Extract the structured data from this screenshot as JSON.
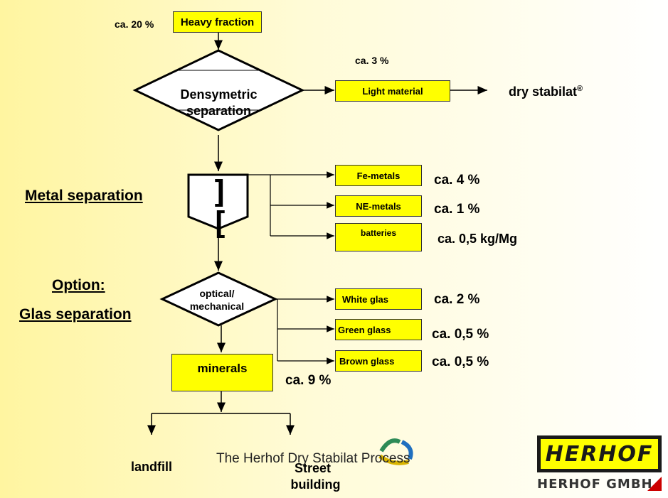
{
  "heavy_fraction": {
    "label": "Heavy fraction",
    "pct": "ca. 20 %"
  },
  "densymetric": {
    "line1": "Densymetric",
    "line2": "separation"
  },
  "light_material": {
    "label": "Light material",
    "pct": "ca. 3 %",
    "output": "dry stabilat",
    "output_mark": "®"
  },
  "metal_separation": {
    "title": "Metal separation",
    "symbol": "][",
    "fe": {
      "label": "Fe-metals",
      "pct": "ca. 4 %"
    },
    "ne": {
      "label": "NE-metals",
      "pct": "ca. 1 %"
    },
    "batteries": {
      "label": "batteries",
      "pct": "ca. 0,5 kg/Mg"
    }
  },
  "glass_separation": {
    "option": "Option:",
    "title": "Glas separation",
    "decision_line1": "optical/",
    "decision_line2": "mechanical",
    "white": {
      "label": "White glas",
      "pct": "ca. 2 %"
    },
    "green": {
      "label": "Green glass",
      "pct": "ca. 0,5 %"
    },
    "brown": {
      "label": "Brown glass",
      "pct": "ca. 0,5 %"
    }
  },
  "minerals": {
    "label": "minerals",
    "pct": "ca. 9 %"
  },
  "outputs": {
    "landfill": "landfill",
    "street_line1": "Street",
    "street_line2": "building"
  },
  "footer_title": "The Herhof Dry Stabilat Process",
  "logo": {
    "text": "Herhof",
    "company": "HERHOF GMBH"
  },
  "colors": {
    "box_fill": "#ffff00",
    "line": "#000000",
    "brand_red": "#cc0000"
  }
}
